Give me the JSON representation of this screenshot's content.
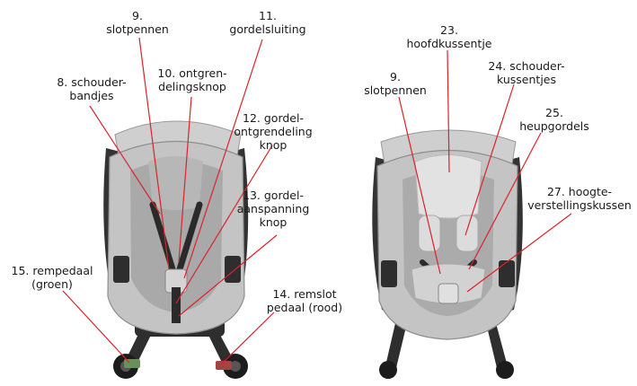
{
  "labels": {
    "l9a": [
      "9.",
      "slotpennen"
    ],
    "l11": [
      "11.",
      "gordelsluiting"
    ],
    "l10": [
      "10. ontgren-",
      "delingsknop"
    ],
    "l8": [
      "8. schouder-",
      "bandjes"
    ],
    "l12": [
      "12. gordel-",
      "ontgrendeling",
      "knop"
    ],
    "l13": [
      "13. gordel-",
      "aanspanning",
      "knop"
    ],
    "l15": [
      "15. rempedaal",
      "(groen)"
    ],
    "l14": [
      "14. remslot",
      "pedaal (rood)"
    ],
    "l23": [
      "23.",
      "hoofdkussentje"
    ],
    "l9b": [
      "9.",
      "slotpennen"
    ],
    "l24": [
      "24. schouder-",
      "kussentjes"
    ],
    "l25": [
      "25.",
      "heupgordels"
    ],
    "l27": [
      "27. hoogte-",
      "verstellingskussen"
    ]
  },
  "colors": {
    "fabric": "#b9b9b9",
    "fabric_light": "#d6d6d6",
    "frame": "#2e2e2e",
    "pointer": "#d9232a"
  }
}
